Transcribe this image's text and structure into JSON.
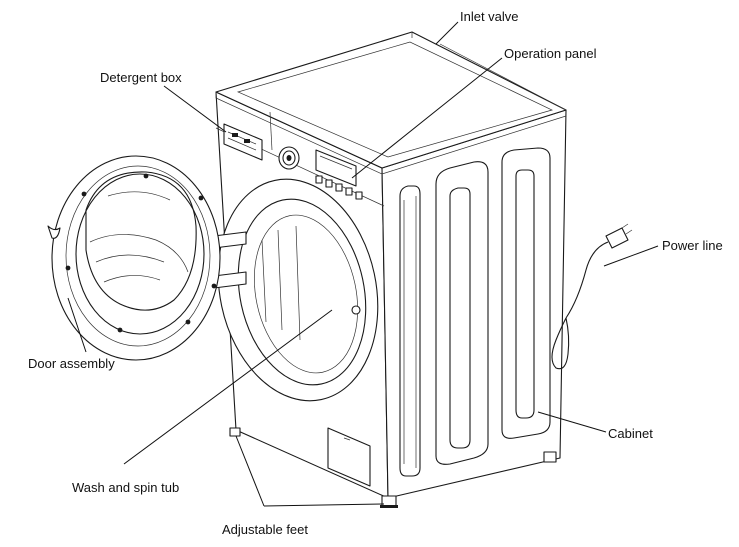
{
  "labels": {
    "inlet_valve": "Inlet valve",
    "operation_panel": "Operation panel",
    "detergent_box": "Detergent box",
    "power_line": "Power line",
    "door_assembly": "Door assembly",
    "cabinet": "Cabinet",
    "wash_spin_tub": "Wash and spin tub",
    "adjustable_feet": "Adjustable feet"
  }
}
